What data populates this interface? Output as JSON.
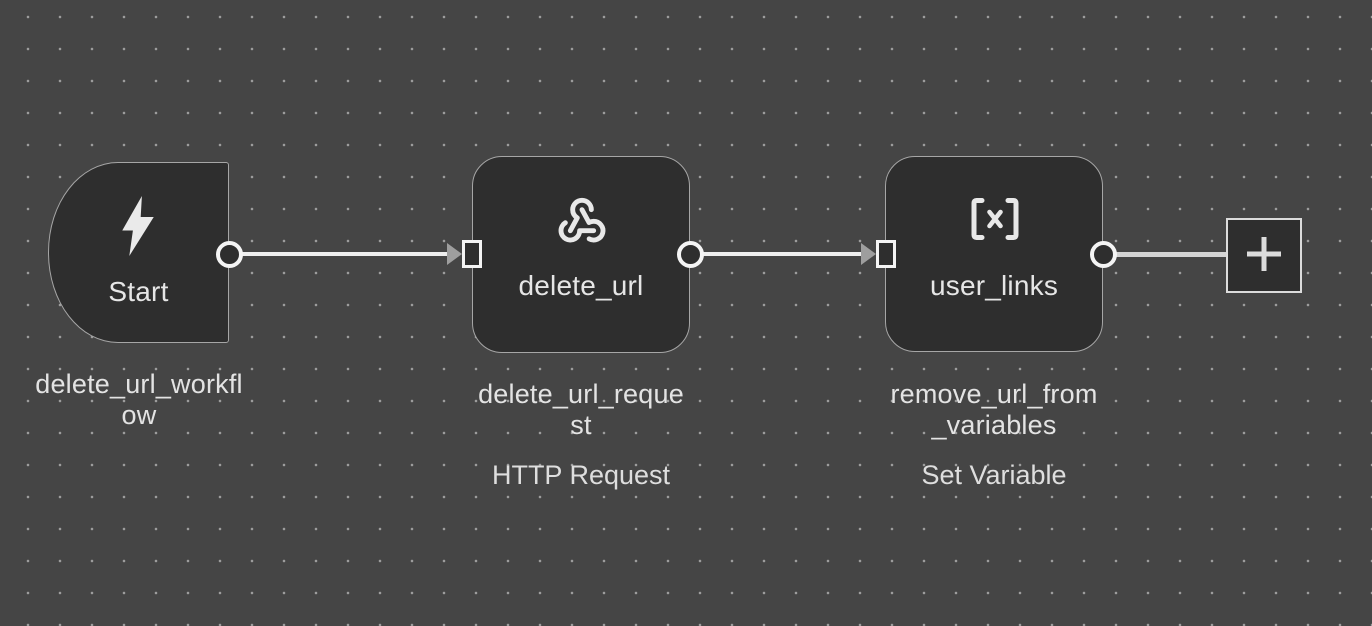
{
  "canvas": {
    "background_color": "#454545",
    "dot_color": "#9c9c9c",
    "node_fill": "#2e2e2e",
    "node_border": "#a6a6a6",
    "connection_color": "#efefef",
    "arrow_color": "#9e9e9e",
    "text_color": "#e3e3e3"
  },
  "nodes": [
    {
      "title": "Start",
      "name_label": "delete_url_workflow",
      "type_label": "",
      "icon": "lightning-bolt-icon"
    },
    {
      "title": "delete_url",
      "name_label": "delete_url_request",
      "type_label": "HTTP Request",
      "icon": "webhook-icon"
    },
    {
      "title": "user_links",
      "name_label": "remove_url_from_variables",
      "type_label": "Set Variable",
      "icon": "variable-brackets-icon"
    }
  ],
  "add_button": {
    "icon": "plus-icon"
  }
}
